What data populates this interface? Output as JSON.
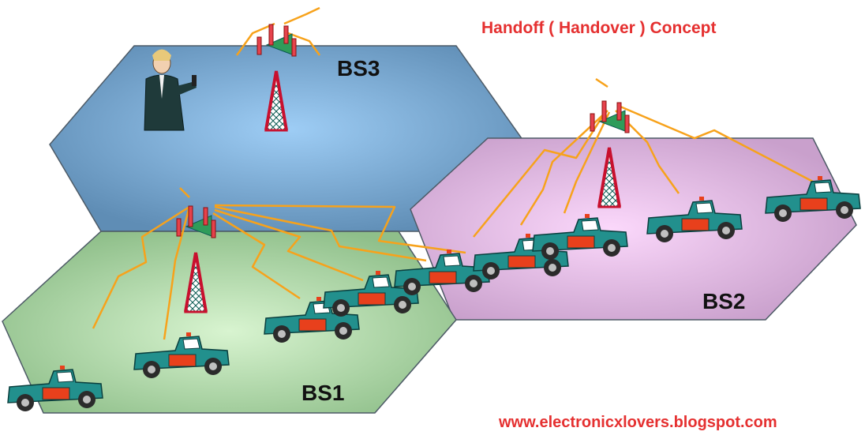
{
  "title": "Handoff ( Handover ) Concept",
  "website": "www.electronicxlovers.blogspot.com",
  "cells": [
    {
      "id": "BS1",
      "label": "BS1"
    },
    {
      "id": "BS2",
      "label": "BS2"
    },
    {
      "id": "BS3",
      "label": "BS3"
    }
  ],
  "colors": {
    "title_text": "#e53030",
    "cell_bs1": "#a9d6a0",
    "cell_bs2": "#ecc0ec",
    "cell_bs3": "#7fb2dd",
    "signal": "#f7a21b",
    "tower": "#c8102e",
    "truck_body": "#22908d",
    "truck_door": "#e8401c"
  },
  "icons": [
    "tower-icon",
    "truck-icon",
    "person-with-phone-icon",
    "signal-zigzag-icon"
  ]
}
